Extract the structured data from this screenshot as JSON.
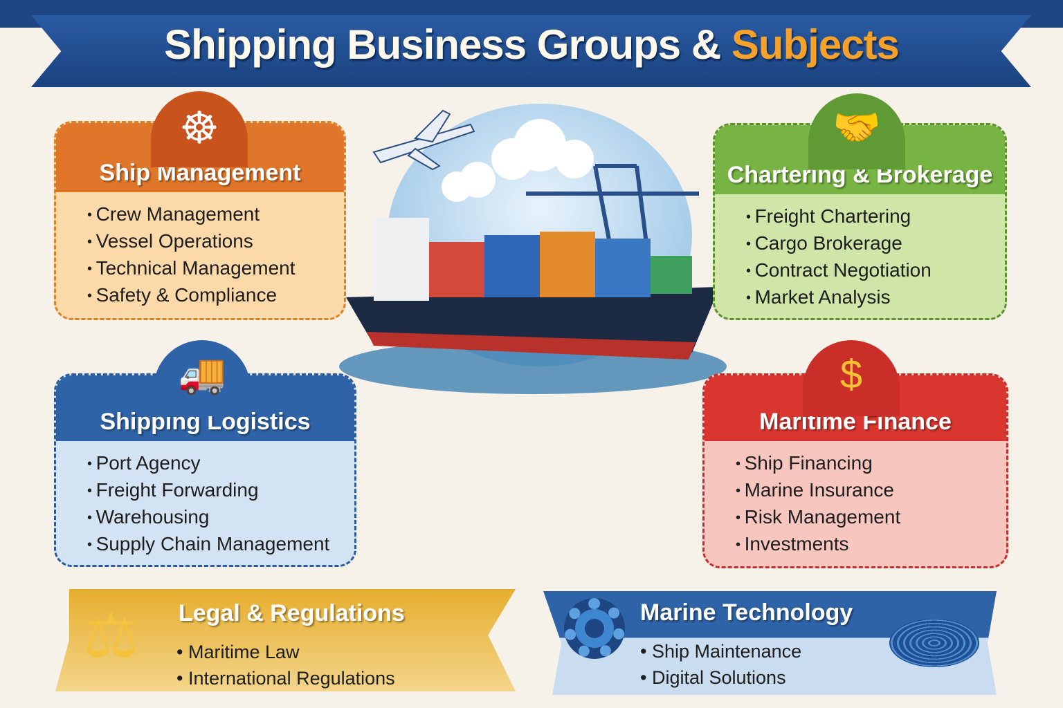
{
  "title": {
    "main": "Shipping Business Groups &",
    "accent": "Subjects"
  },
  "groups": {
    "ship_management": {
      "title": "Ship Management",
      "icon": "ship-wheel-icon",
      "items": [
        "Crew Management",
        "Vessel Operations",
        "Technical Management",
        "Safety & Compliance"
      ]
    },
    "chartering": {
      "title": "Chartering & Brokerage",
      "icon": "handshake-icon",
      "items": [
        "Freight Chartering",
        "Cargo Brokerage",
        "Contract Negotiation",
        "Market Analysis"
      ]
    },
    "logistics": {
      "title": "Shipping Logistics",
      "icon": "truck-icon",
      "items": [
        "Port Agency",
        "Freight Forwarding",
        "Warehousing",
        "Supply Chain Management"
      ]
    },
    "finance": {
      "title": "Maritime Finance",
      "icon": "coins-icon",
      "items": [
        "Ship Financing",
        "Marine Insurance",
        "Risk Management",
        "Investments"
      ]
    },
    "legal": {
      "title": "Legal & Regulations",
      "icon": "scales-icon",
      "items": [
        "Maritime Law",
        "International Regulations"
      ]
    },
    "technology": {
      "title": "Marine Technology",
      "icon": "gear-icon",
      "items": [
        "Ship Maintenance",
        "Digital Solutions"
      ]
    }
  },
  "colors": {
    "orange": "#e0762a",
    "green": "#78b443",
    "blue": "#2e63a8",
    "red": "#d8362f",
    "gold": "#e6ae2e",
    "navy": "#1d4682"
  }
}
